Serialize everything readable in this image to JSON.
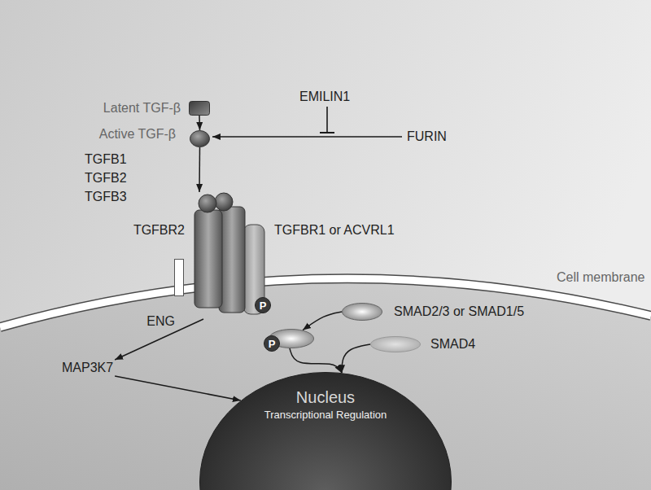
{
  "diagram": {
    "nodes": [
      {
        "text": [
          "Latent TGF-β"
        ]
      },
      {
        "text": [
          "Active TGF-β"
        ]
      },
      {
        "text": [
          "TGFBR2",
          "TGFBR1 or ACVRL1"
        ]
      },
      {
        "text": [
          "ENG"
        ]
      },
      {
        "text": [
          "SMAD2/3 or SMAD1/5"
        ]
      },
      {
        "text": [
          "P"
        ]
      },
      {
        "text": [
          "SMAD4"
        ]
      },
      {
        "text": [
          "MAP3K7"
        ]
      },
      {
        "text": [
          "Nucleus",
          "Transcriptional Regulation"
        ]
      }
    ],
    "edges": [
      {
        "from": 0,
        "to": 1,
        "arrow": "to"
      },
      {
        "from": 1,
        "to": 2,
        "arrow": "to"
      },
      {
        "from": 2,
        "to": 7,
        "arrow": "to"
      },
      {
        "from": 4,
        "to": 5,
        "arrow": "to"
      },
      {
        "from": 5,
        "to": 8,
        "arrow": "to"
      },
      {
        "from": 6,
        "to": 8,
        "arrow": "to"
      },
      {
        "from": 7,
        "to": 8,
        "arrow": "to"
      }
    ],
    "labels": [
      "EMILIN1",
      "FURIN",
      "TGFB1",
      "TGFB2",
      "TGFB3",
      "Cell membrane",
      "P"
    ]
  }
}
